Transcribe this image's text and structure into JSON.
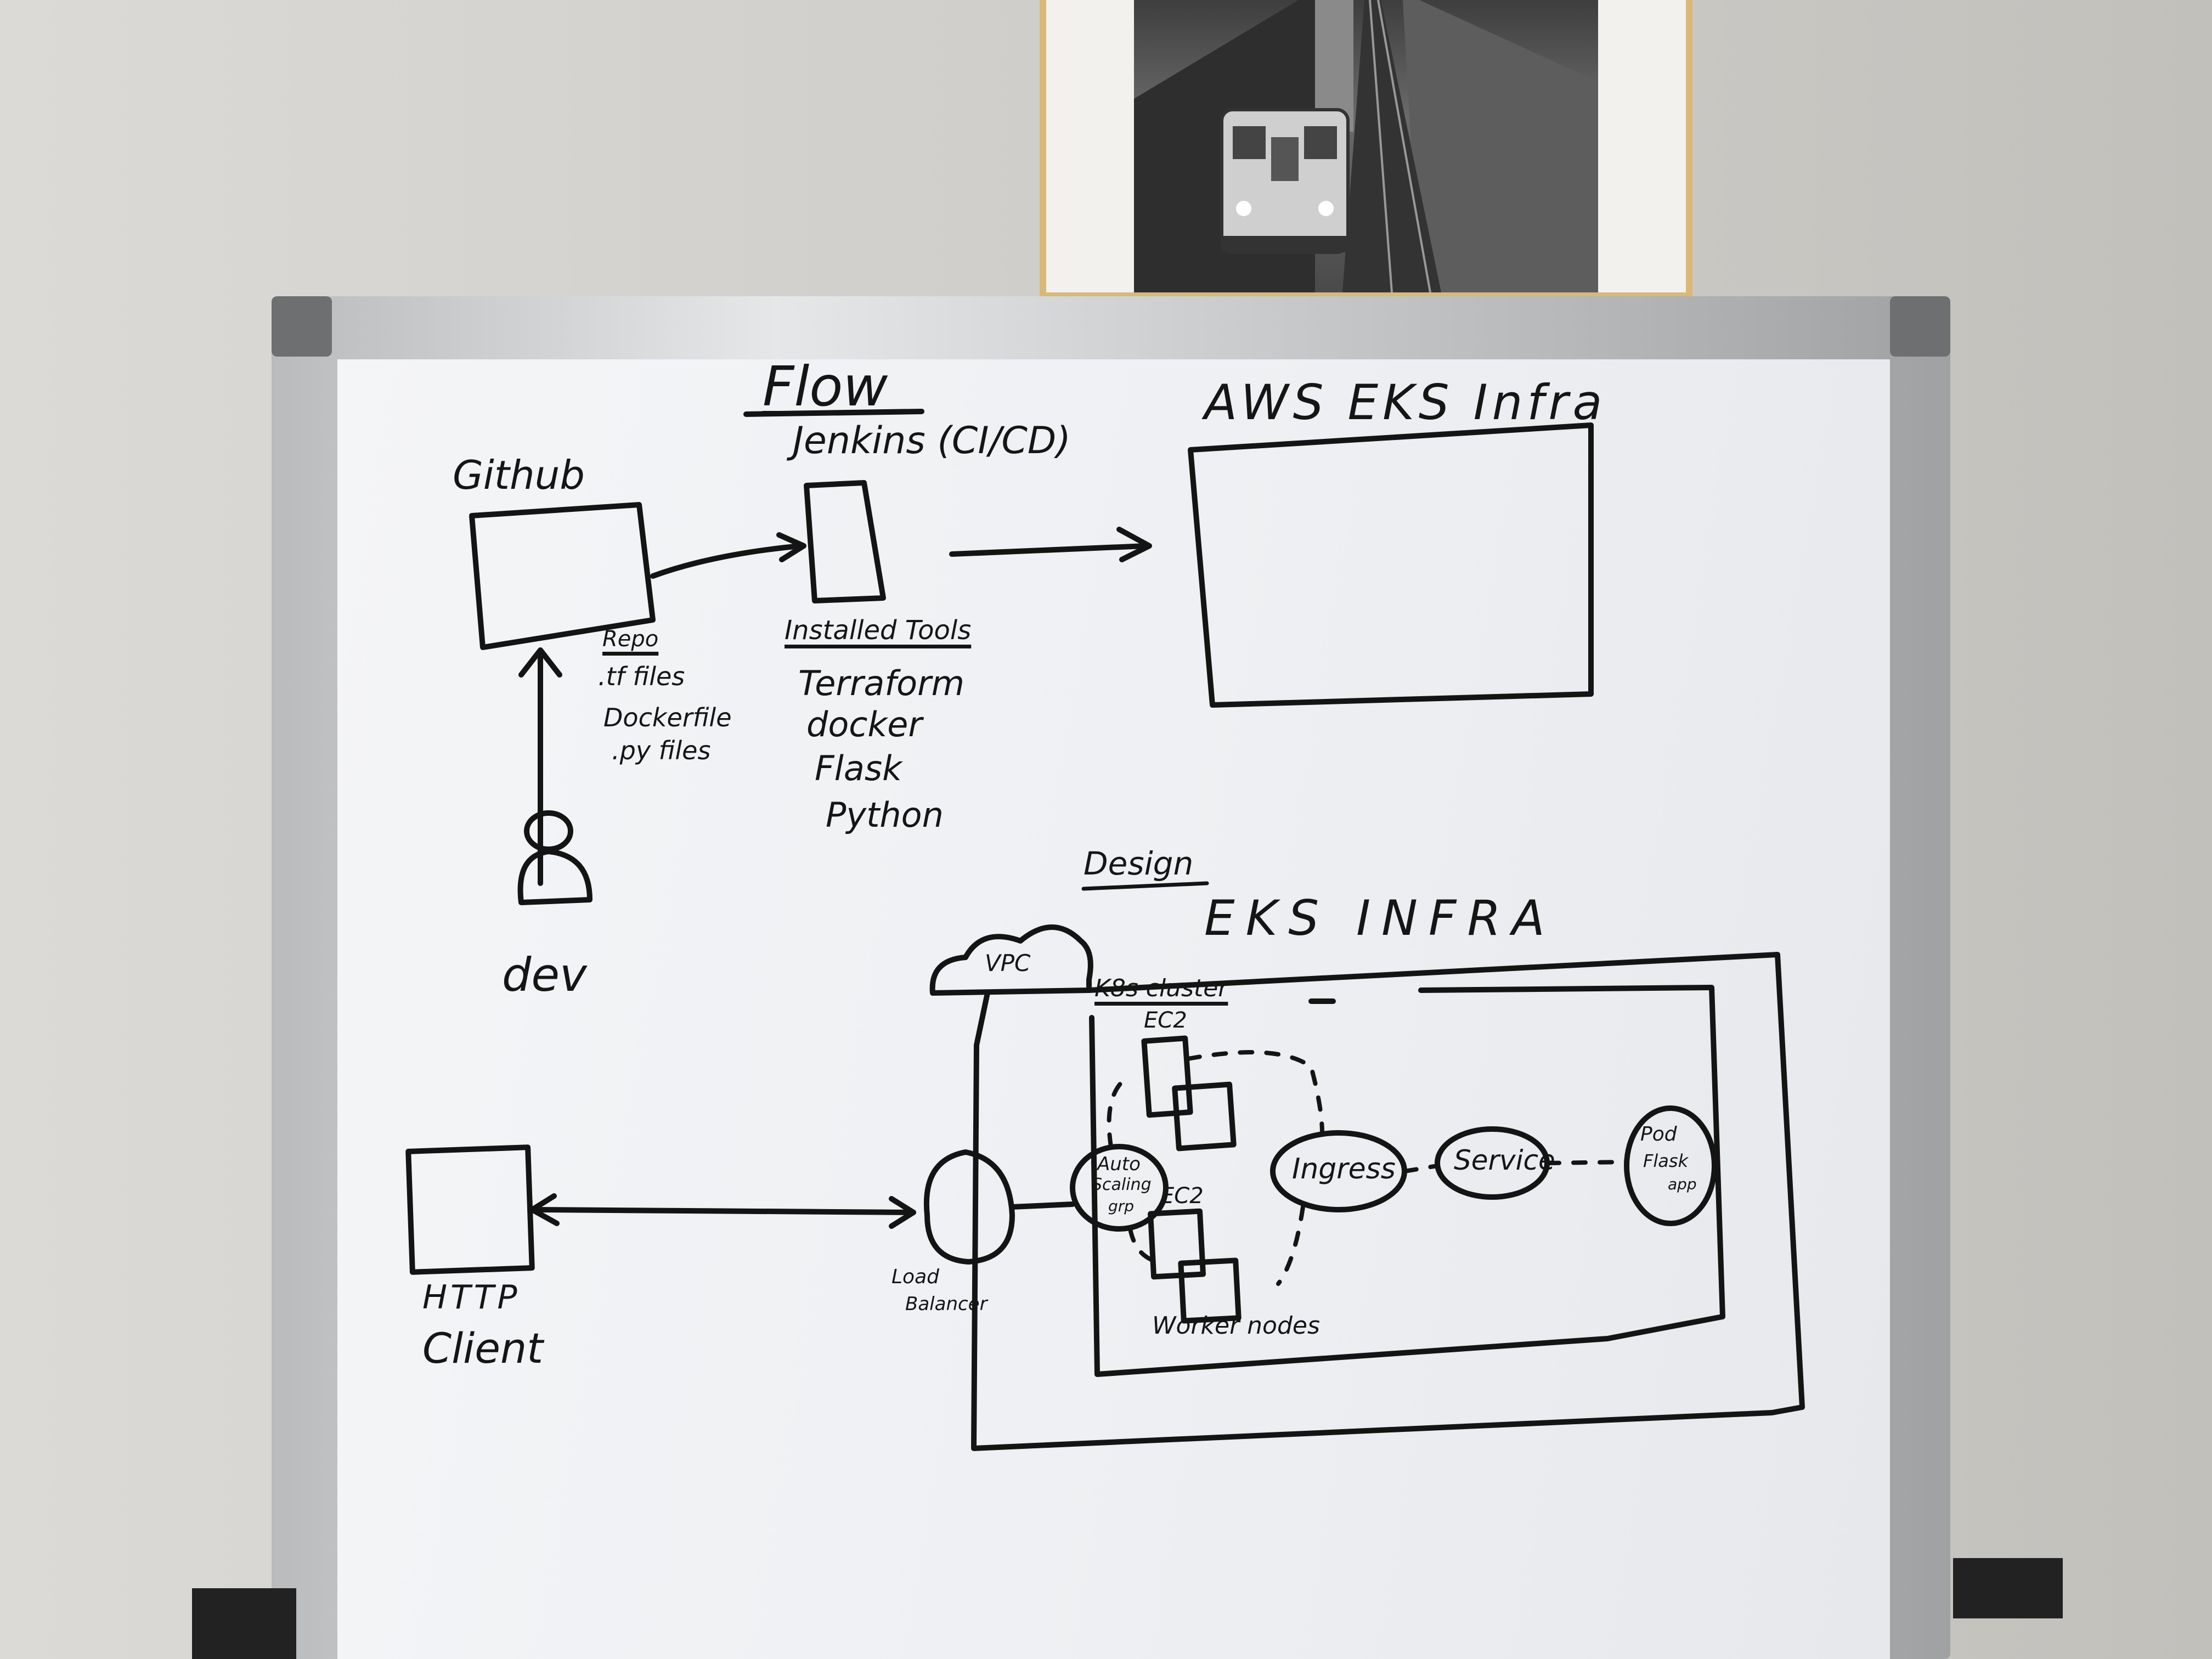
{
  "flow": {
    "heading": "Flow",
    "github": {
      "label": "Github",
      "repo_title": "Repo",
      "repo_files": [
        ".tf files",
        "Dockerfile",
        ".py files"
      ]
    },
    "jenkins": {
      "label": "Jenkins (CI/CD)",
      "tools_title": "Installed Tools",
      "tools": [
        "Terraform",
        "docker",
        "Flask",
        "Python"
      ]
    },
    "aws": {
      "label": "AWS EKS Infra"
    },
    "dev": {
      "label": "dev"
    }
  },
  "design": {
    "heading": "Design",
    "title": "EKS INFRA",
    "vpc": "VPC",
    "cluster": "K8s cluster",
    "ec2_top": "EC2",
    "ec2_bottom": "EC2",
    "autoscaling": [
      "Auto",
      "Scaling",
      "grp"
    ],
    "ingress": "Ingress",
    "service": "Service",
    "pod": [
      "Pod",
      "Flask",
      "app"
    ],
    "load_balancer": [
      "Load",
      "Balancer"
    ],
    "worker_nodes": "Worker nodes",
    "http_client": [
      "HTTP",
      "Client"
    ]
  }
}
